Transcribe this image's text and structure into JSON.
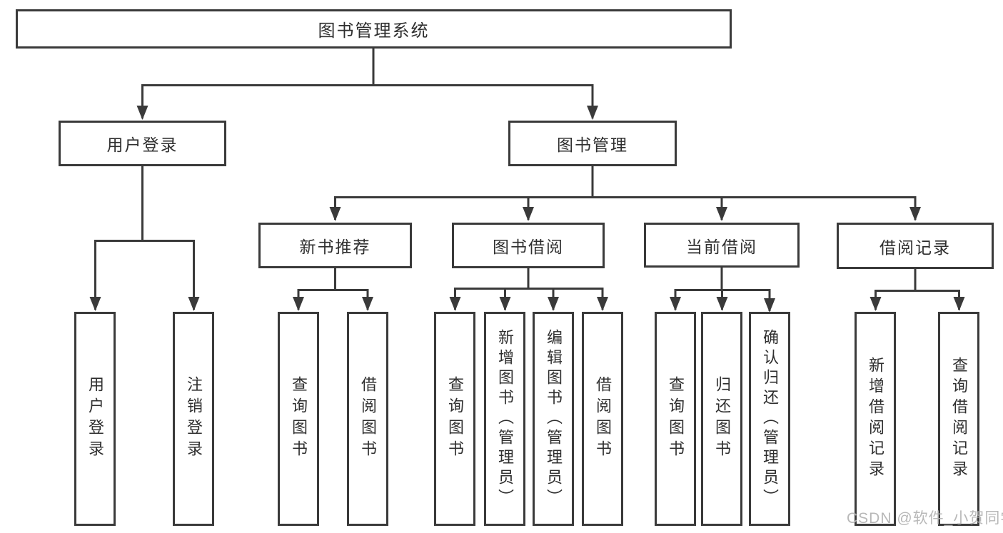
{
  "diagram": {
    "root_label": "图书管理系统",
    "branches": {
      "user_login": {
        "label": "用户登录",
        "children": {
          "login": "用户登录",
          "logout": "注销登录"
        }
      },
      "book_mgmt": {
        "label": "图书管理",
        "children": {
          "new_book_rec": {
            "label": "新书推荐",
            "children": {
              "query": "查询图书",
              "borrow": "借阅图书"
            }
          },
          "book_borrow": {
            "label": "图书借阅",
            "children": {
              "query": "查询图书",
              "add": "新增图书（管理员）",
              "edit": "编辑图书（管理员）",
              "borrow": "借阅图书"
            }
          },
          "current_borrow": {
            "label": "当前借阅",
            "children": {
              "query": "查询图书",
              "return": "归还图书",
              "confirm_return": "确认归还（管理员）"
            }
          },
          "borrow_records": {
            "label": "借阅记录",
            "children": {
              "add_record": "新增借阅记录",
              "query_record": "查询借阅记录"
            }
          }
        }
      }
    }
  },
  "watermark": "CSDN @软件_小贺同学",
  "colors": {
    "line": "#3a3a3a",
    "text": "#2f2f2f",
    "background": "#ffffff",
    "watermark": "#b2b2b2"
  }
}
